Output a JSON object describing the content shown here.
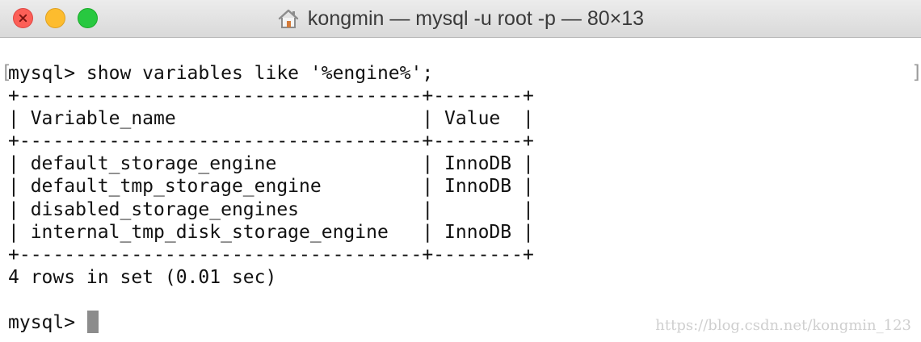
{
  "window": {
    "title": "kongmin — mysql -u root -p — 80×13",
    "icons": {
      "title": "home-icon",
      "close": "close-icon",
      "minimize": "minimize-icon",
      "zoom": "zoom-icon"
    },
    "colors": {
      "close": "#fc5f57",
      "minimize": "#fdbc2e",
      "zoom": "#28c840"
    }
  },
  "terminal": {
    "lines": [
      "mysql> show variables like '%engine%';",
      "+------------------------------------+--------+",
      "| Variable_name                      | Value  |",
      "+------------------------------------+--------+",
      "| default_storage_engine             | InnoDB |",
      "| default_tmp_storage_engine         | InnoDB |",
      "| disabled_storage_engines           |        |",
      "| internal_tmp_disk_storage_engine   | InnoDB |",
      "+------------------------------------+--------+",
      "4 rows in set (0.01 sec)",
      "",
      "mysql> "
    ],
    "result_table": {
      "columns": [
        "Variable_name",
        "Value"
      ],
      "rows": [
        [
          "default_storage_engine",
          "InnoDB"
        ],
        [
          "default_tmp_storage_engine",
          "InnoDB"
        ],
        [
          "disabled_storage_engines",
          ""
        ],
        [
          "internal_tmp_disk_storage_engine",
          "InnoDB"
        ]
      ]
    },
    "left_bracket": "[",
    "right_bracket": "]"
  },
  "watermark": "https://blog.csdn.net/kongmin_123"
}
